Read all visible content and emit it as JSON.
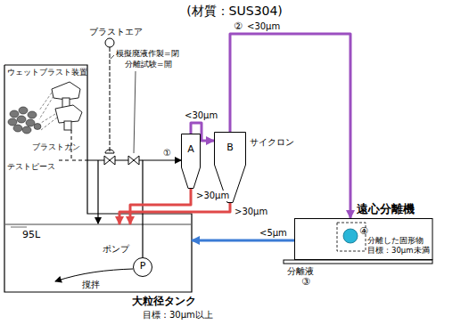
{
  "diagram": {
    "title": "(材質：SUS304)",
    "nodes": [
      {
        "text": [
          "ウェットブラスト装置"
        ]
      },
      {
        "text": [
          "95L"
        ],
        "in": 0
      },
      {
        "text": [
          "ポンプ",
          "P"
        ],
        "in": 1
      },
      {
        "text": [
          "A"
        ]
      },
      {
        "text": [
          "B",
          "サイクロン"
        ]
      },
      {
        "text": [
          "遠心分離機",
          "分離した固形物",
          "目標：30μm未満"
        ]
      }
    ],
    "edges": [
      {
        "from": 2,
        "to": 3,
        "arrow": "to",
        "label": "①"
      },
      {
        "from": 3,
        "to": 4,
        "arrow": "to",
        "label": "<30μm"
      },
      {
        "from": 4,
        "to": 5,
        "arrow": "to",
        "label": "<30μm"
      },
      {
        "from": 3,
        "to": 1,
        "arrow": "to",
        "label": ">30μm"
      },
      {
        "from": 4,
        "to": 1,
        "arrow": "to",
        "label": ">30μm"
      },
      {
        "from": 5,
        "to": 1,
        "arrow": "to",
        "label": "<5μm"
      }
    ],
    "labels": [
      "ブラストエア",
      "模擬廃液作製=閉",
      "分離試験=開",
      "②",
      "③",
      "④",
      "テストピース",
      "ブラストガン",
      "撹拌",
      "大粒径タンク",
      "目標：30μm以上",
      "分離液"
    ]
  }
}
